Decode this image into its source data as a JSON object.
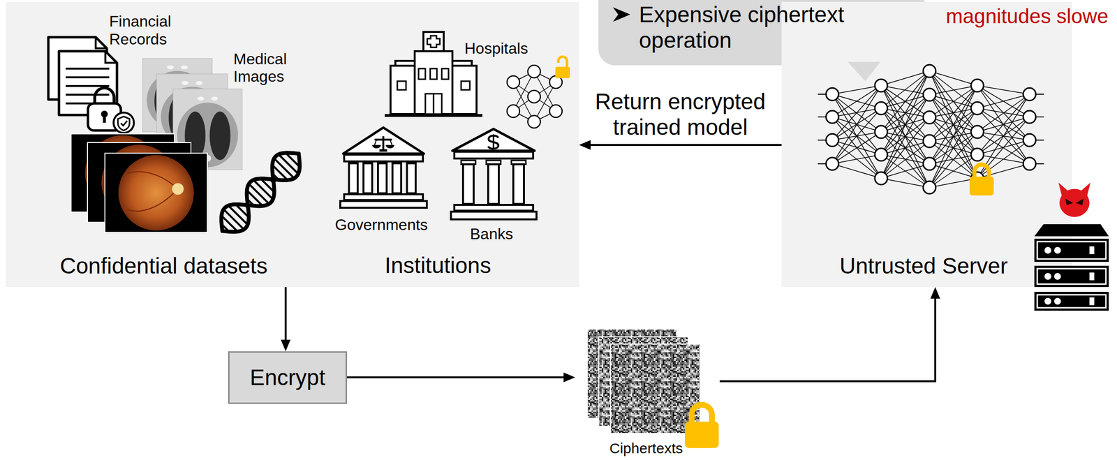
{
  "diagram": {
    "nodes": [
      {
        "text": [
          "Confidential datasets",
          "Institutions"
        ]
      },
      {
        "text": [
          "Expensive ciphertext operation"
        ]
      },
      {
        "text": [
          "Untrusted Server"
        ]
      },
      {
        "text": [
          "Encrypt"
        ]
      },
      {
        "text": [
          "Ciphertexts"
        ]
      }
    ],
    "edges": [
      {
        "from": 0,
        "to": 3,
        "arrow": "to"
      },
      {
        "from": 3,
        "to": 4,
        "arrow": "to"
      },
      {
        "from": 4,
        "to": 2,
        "arrow": "to"
      },
      {
        "from": 2,
        "to": 0,
        "label": "Return encrypted trained model",
        "arrow": "to"
      }
    ],
    "labels": [
      "Financial Records",
      "Medical Images",
      "Hospitals",
      "Governments",
      "Banks",
      "magnitudes slowe"
    ]
  }
}
